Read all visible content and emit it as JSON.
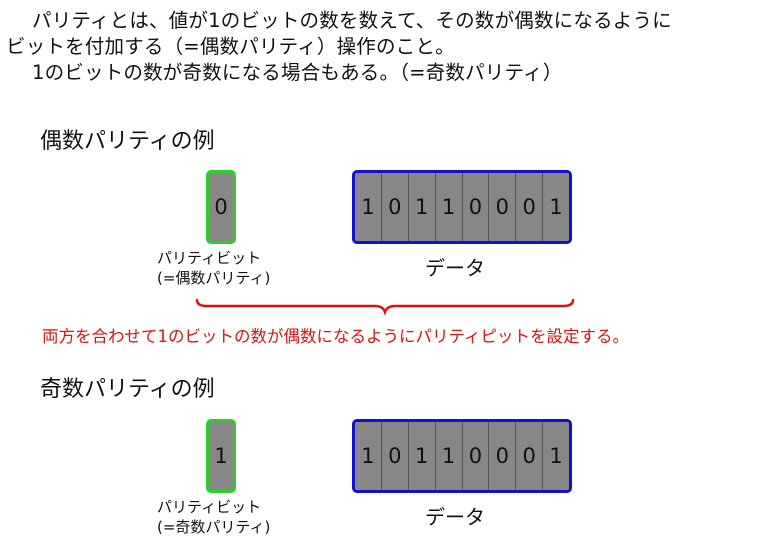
{
  "intro": {
    "line1": "パリティとは、値が1のビットの数を数えて、その数が偶数になるように",
    "line2": "ビットを付加する（=偶数パリティ）操作のこと。",
    "line3": "1のビットの数が奇数になる場合もある。（=奇数パリティ）"
  },
  "even_example": {
    "heading": "偶数パリティの例",
    "parity_bit": "0",
    "caption_line1": "パリティビット",
    "caption_line2": "(=偶数パリティ)",
    "data_bits": [
      "1",
      "0",
      "1",
      "1",
      "0",
      "0",
      "0",
      "1"
    ],
    "data_label": "データ"
  },
  "note": "両方を合わせて1のビットの数が偶数になるようにパリティピットを設定する。",
  "odd_example": {
    "heading": "奇数パリティの例",
    "parity_bit": "1",
    "caption_line1": "パリティビット",
    "caption_line2": "(=奇数パリティ)",
    "data_bits": [
      "1",
      "0",
      "1",
      "1",
      "0",
      "0",
      "0",
      "1"
    ],
    "data_label": "データ"
  },
  "colors": {
    "parity_border": "#2bd02b",
    "data_border": "#1111cc",
    "cell_fill": "#878787",
    "note_and_brace": "#e01010"
  }
}
